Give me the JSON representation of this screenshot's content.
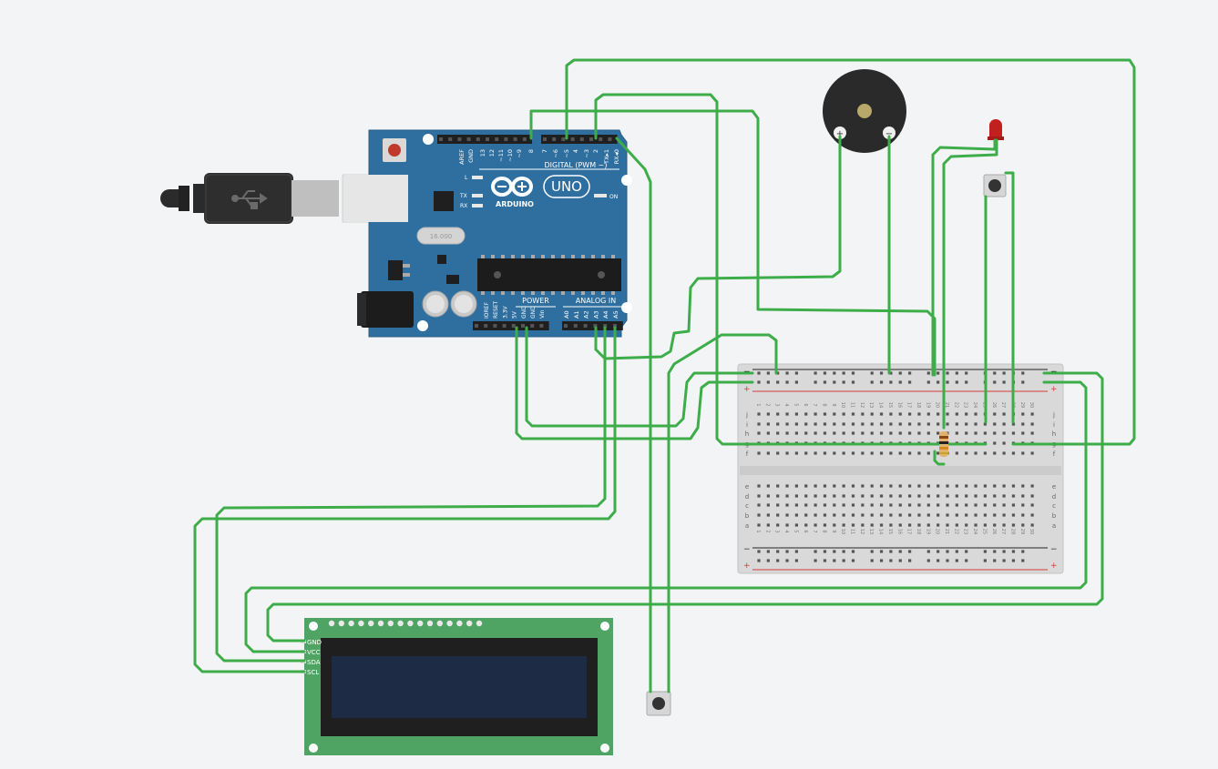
{
  "arduino": {
    "brand": "ARDUINO",
    "model": "UNO",
    "digital_header": "DIGITAL (PWM ~)",
    "power_header": "POWER",
    "analog_header": "ANALOG IN",
    "on_label": "ON",
    "l_label": "L",
    "tx_label": "TX",
    "rx_label": "RX",
    "crystal_label": "16.000",
    "digital_pins": [
      "AREF",
      "GND",
      "13",
      "12",
      "~11",
      "~10",
      "~9",
      "8",
      "7",
      "~6",
      "~5",
      "4",
      "~3",
      "2",
      "TX▸1",
      "RX◂0"
    ],
    "power_pins": [
      "IOREF",
      "RESET",
      "3.3V",
      "5V",
      "GND",
      "GND",
      "Vin"
    ],
    "analog_pins": [
      "A0",
      "A1",
      "A2",
      "A3",
      "A4",
      "A5"
    ]
  },
  "lcd": {
    "pins": [
      "GND",
      "VCC",
      "SDA",
      "SCL"
    ]
  },
  "breadboard": {
    "rail_minus": "−",
    "rail_plus": "+",
    "rows_top": [
      "j",
      "i",
      "h",
      "g",
      "f"
    ],
    "rows_bottom": [
      "e",
      "d",
      "c",
      "b",
      "a"
    ],
    "columns": 30
  },
  "buzzer": {
    "plus": "+",
    "minus": "−"
  },
  "colors": {
    "wire": "#3dad4a",
    "arduino_blue": "#2f6f9f",
    "lcd_pcb": "#4fa463",
    "lcd_screen": "#1d2b45",
    "background": "#f3f4f6"
  }
}
